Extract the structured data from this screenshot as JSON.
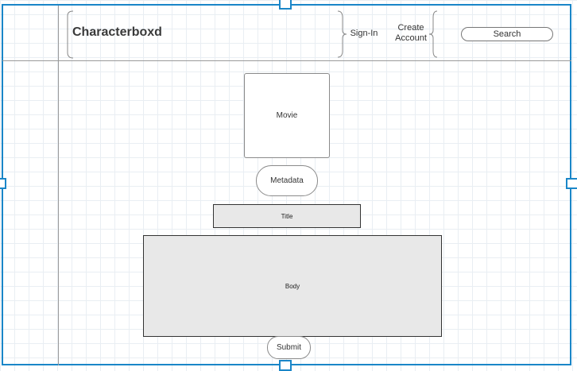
{
  "header": {
    "site_title": "Characterboxd",
    "sign_in_label": "Sign-In",
    "create_account_label": "Create Account",
    "search_label": "Search"
  },
  "main": {
    "movie_label": "Movie",
    "metadata_label": "Metadata",
    "title_label": "Title",
    "body_label": "Body",
    "submit_label": "Submit"
  },
  "colors": {
    "selection_accent": "#1a86c8",
    "grid": "#e9eef3",
    "field_fill": "#e8e8e8"
  }
}
